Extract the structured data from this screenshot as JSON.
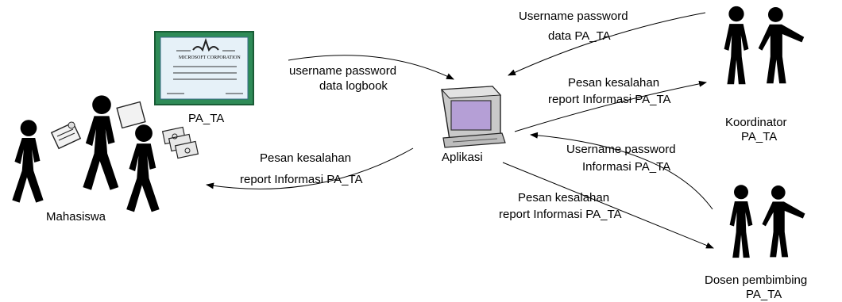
{
  "nodes": {
    "mahasiswa": {
      "label": "Mahasiswa"
    },
    "certificate": {
      "label": "PA_TA",
      "inner_text": "MICROSOFT CORPORATION"
    },
    "aplikasi": {
      "label": "Aplikasi"
    },
    "koordinator": {
      "label_lines": [
        "Koordinator",
        "PA_TA"
      ]
    },
    "dosen": {
      "label_lines": [
        "Dosen pembimbing",
        "PA_TA"
      ]
    }
  },
  "flows": {
    "mahasiswa_to_app": [
      "username  password",
      "data logbook"
    ],
    "app_to_mahasiswa": [
      "Pesan kesalahan",
      "report Informasi PA_TA"
    ],
    "koordinator_to_app": [
      "Username password",
      "data PA_TA"
    ],
    "app_to_koordinator": [
      "Pesan kesalahan",
      "report Informasi PA_TA"
    ],
    "dosen_to_app": [
      "Username password",
      "Informasi PA_TA"
    ],
    "app_to_dosen": [
      "Pesan kesalahan",
      "report Informasi PA_TA"
    ]
  }
}
